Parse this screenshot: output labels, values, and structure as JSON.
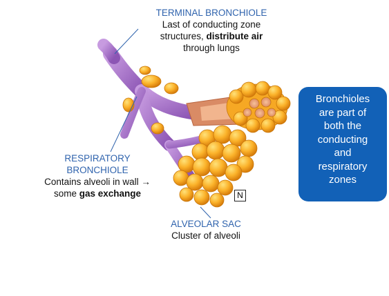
{
  "terminal_bronchiole": {
    "title": "TERMINAL BRONCHIOLE",
    "line1": "Last of conducting zone",
    "line2_pre": "structures, ",
    "line2_bold": "distribute air",
    "line3": "through lungs"
  },
  "respiratory_bronchiole": {
    "title1": "RESPIRATORY",
    "title2": "BRONCHIOLE",
    "line1": "Contains alveoli in wall →",
    "line2_pre": "some ",
    "line2_bold": "gas exchange"
  },
  "alveolar_sac": {
    "title": "ALVEOLAR SAC",
    "line1": "Cluster of alveoli"
  },
  "callout": {
    "lines": [
      "Bronchioles",
      "are part of",
      "both the",
      "conducting",
      "and",
      "respiratory",
      "zones"
    ]
  },
  "n_marker": "N",
  "colors": {
    "label_blue": "#2f63ad",
    "callout_bg": "#1261b7",
    "airway_purple": "#a06cc6",
    "alveoli_orange": "#f5a01c"
  }
}
